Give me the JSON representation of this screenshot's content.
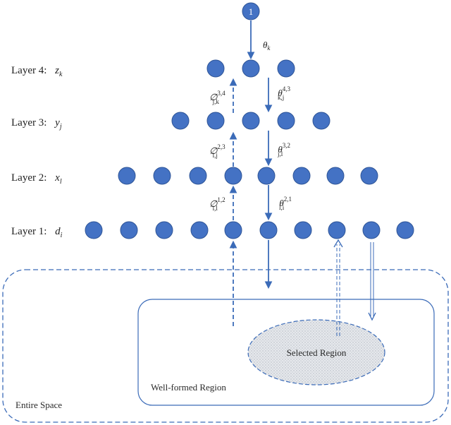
{
  "layers": [
    {
      "label": "Layer 4:",
      "var": "z",
      "sub": "k",
      "count": 3
    },
    {
      "label": "Layer 3:",
      "var": "y",
      "sub": "j",
      "count": 5
    },
    {
      "label": "Layer 2:",
      "var": "x",
      "sub": "l",
      "count": 8
    },
    {
      "label": "Layer 1:",
      "var": "d",
      "sub": "i",
      "count": 10
    }
  ],
  "top_node": {
    "label": "1"
  },
  "top_param": {
    "sym": "θ",
    "sub": "k"
  },
  "up_params": [
    {
      "sym": "∅",
      "sup": "3,4",
      "sub": "j,k"
    },
    {
      "sym": "∅",
      "sup": "2,3",
      "sub": "l,j"
    },
    {
      "sym": "∅",
      "sup": "1,2",
      "sub": "i,l"
    }
  ],
  "down_params": [
    {
      "sym": "θ",
      "sup": "4,3",
      "sub": "k,j"
    },
    {
      "sym": "θ",
      "sup": "3,2",
      "sub": "j,l"
    },
    {
      "sym": "θ",
      "sup": "2,1",
      "sub": "l,i"
    }
  ],
  "regions": {
    "entire": "Entire Space",
    "well_formed": "Well-formed Region",
    "selected": "Selected Region"
  },
  "colors": {
    "node": "#4472c4",
    "node_stroke": "#2f5597",
    "arrow": "#3b6bb8",
    "selected_fill": "#e3e6ea"
  }
}
